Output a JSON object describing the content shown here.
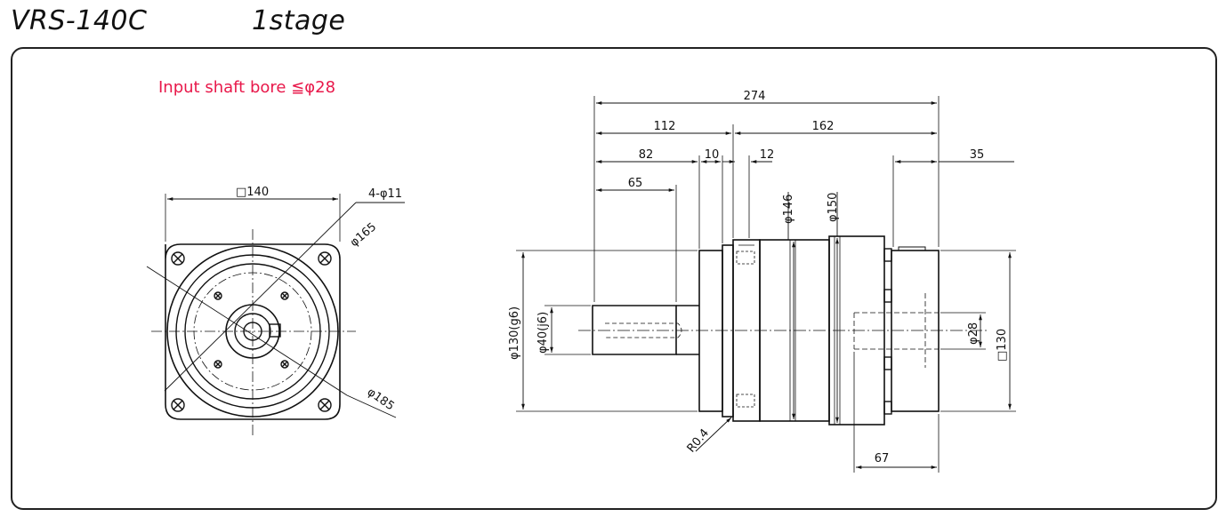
{
  "title": {
    "model": "VRS-140C",
    "stage": "1stage"
  },
  "note": "Input shaft bore ≦φ28",
  "colors": {
    "note": "#e8184a",
    "line": "#111111"
  },
  "front_view": {
    "square": "□140",
    "holes": "4-φ11",
    "pcd_outer": "φ165",
    "flange_dia": "φ185"
  },
  "side_view": {
    "overall": "274",
    "seg_112": "112",
    "seg_162": "162",
    "seg_82": "82",
    "seg_10": "10",
    "seg_12": "12",
    "seg_65": "65",
    "seg_35": "35",
    "seg_67": "67",
    "dia_146": "φ146",
    "dia_150": "φ150",
    "dia_130g6": "φ130(g6)",
    "dia_40j6": "φ40(j6)",
    "dia_28": "φ28",
    "sq_130": "□130",
    "radius": "R0.4"
  }
}
